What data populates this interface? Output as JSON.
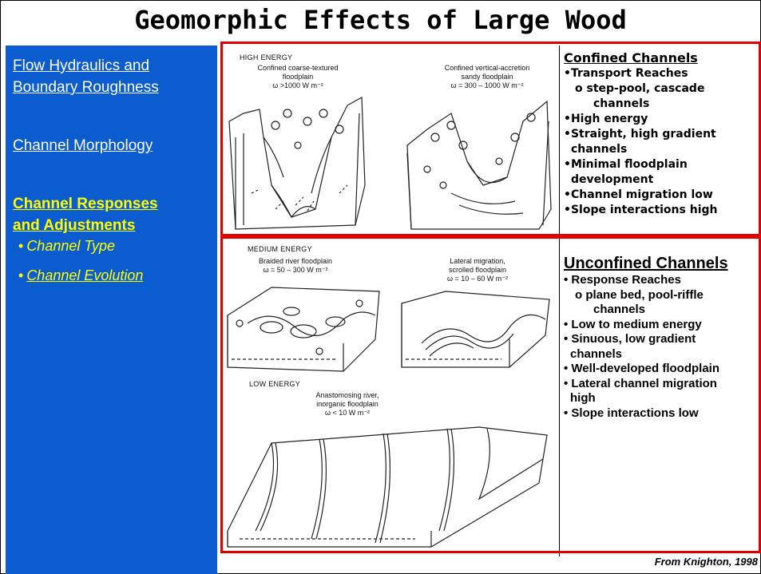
{
  "title": "Geomorphic Effects of Large Wood",
  "sidebar": {
    "nav1": [
      "Flow Hydraulics and",
      "Boundary Roughness"
    ],
    "nav2": "Channel Morphology",
    "nav3": [
      "Channel Responses",
      "and Adjustments"
    ],
    "sub1": "Channel Type",
    "sub2": "Channel Evolution",
    "bullet": "•"
  },
  "figure": {
    "high_energy": "HIGH ENERGY",
    "hi_left": [
      "Confined coarse-textured",
      "floodplain",
      "ω >1000 W m⁻²"
    ],
    "hi_right": [
      "Confined vertical-accretion",
      "sandy floodplain",
      "ω = 300 – 1000 W m⁻²"
    ],
    "medium_energy": "MEDIUM ENERGY",
    "med_left": [
      "Braided river floodplain",
      "ω = 50 – 300 W m⁻²"
    ],
    "med_right": [
      "Lateral migration,",
      "scrolled floodplain",
      "ω = 10 – 60 W m⁻²"
    ],
    "low_energy": "LOW ENERGY",
    "low": [
      "Anastomosing river,",
      "inorganic floodplain",
      "ω < 10 W m⁻²"
    ]
  },
  "confined": {
    "heading": "Confined Channels",
    "items": [
      "•Transport Reaches",
      "o  step-pool, cascade",
      "channels",
      "•High energy",
      "•Straight, high gradient",
      "channels",
      "•Minimal floodplain",
      "development",
      "•Channel migration low",
      "•Slope interactions high"
    ]
  },
  "unconfined": {
    "heading": "Unconfined Channels",
    "items": [
      "• Response Reaches",
      "o  plane bed, pool-riffle",
      "channels",
      "• Low to medium energy",
      "• Sinuous, low gradient",
      "channels",
      "• Well-developed floodplain",
      "• Lateral channel migration",
      "high",
      "• Slope interactions low"
    ]
  },
  "citation": "From Knighton, 1998",
  "colors": {
    "sidebar": "#0b5ccf",
    "highlight": "#ffff00",
    "red_box": "#e00000"
  }
}
